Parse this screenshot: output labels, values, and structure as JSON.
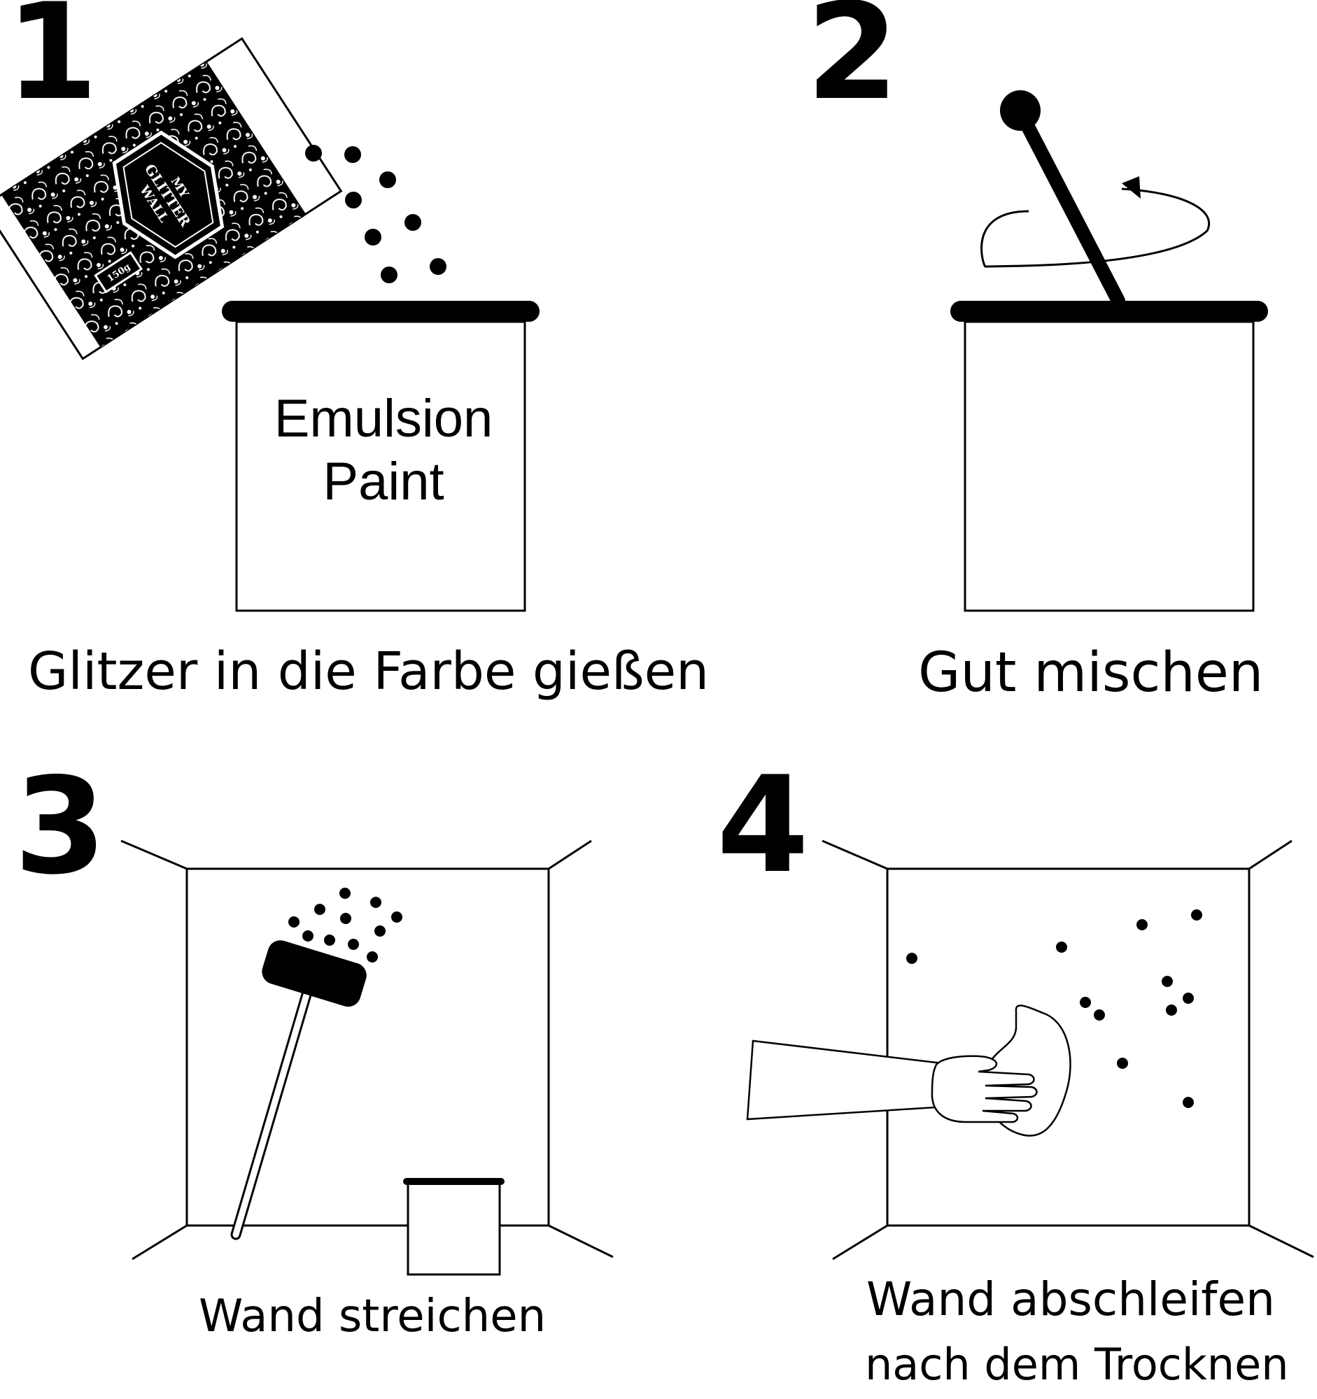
{
  "steps": [
    {
      "number": "1",
      "caption": "Glitzer in die Farbe gießen"
    },
    {
      "number": "2",
      "caption": "Gut mischen"
    },
    {
      "number": "3",
      "caption": "Wand streichen"
    },
    {
      "number": "4",
      "caption_line1": "Wand abschleifen",
      "caption_line2": "nach dem Trocknen"
    }
  ],
  "paint_can_label": {
    "line1": "Emulsion",
    "line2": "Paint"
  },
  "glitter_packet": {
    "brand_line1": "MY",
    "brand_line2": "GLITTER",
    "brand_line3": "WALL",
    "weight": "150g"
  },
  "colors": {
    "ink": "#000000",
    "paper": "#ffffff"
  }
}
